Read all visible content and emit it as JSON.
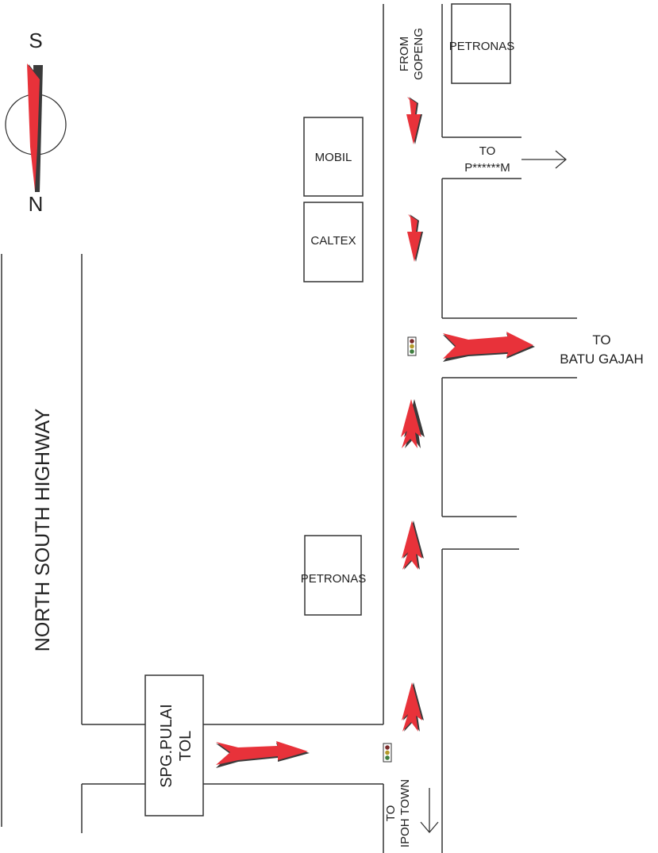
{
  "compass": {
    "top": "S",
    "bottom": "N"
  },
  "highway": {
    "label": "NORTH SOUTH HIGHWAY"
  },
  "toll": {
    "line1": "SPG.PULAI",
    "line2": "TOL"
  },
  "landmarks": {
    "petronas_top": "PETRONAS",
    "mobil": "MOBIL",
    "caltex": "CALTEX",
    "petronas_mid": "PETRONAS"
  },
  "directions": {
    "from_gopeng_1": "FROM",
    "from_gopeng_2": "GOPENG",
    "to_pm_1": "TO",
    "to_pm_2": "P******M",
    "to_batu_1": "TO",
    "to_batu_2": "BATU GAJAH",
    "to_ipoh_1": "TO",
    "to_ipoh_2": "IPOH TOWN"
  },
  "colors": {
    "arrow": "#e8323a",
    "arrow_shadow": "#3a3a3a",
    "line": "#333333"
  },
  "icons": {
    "traffic_light": "traffic-light-icon",
    "compass": "compass-icon"
  }
}
